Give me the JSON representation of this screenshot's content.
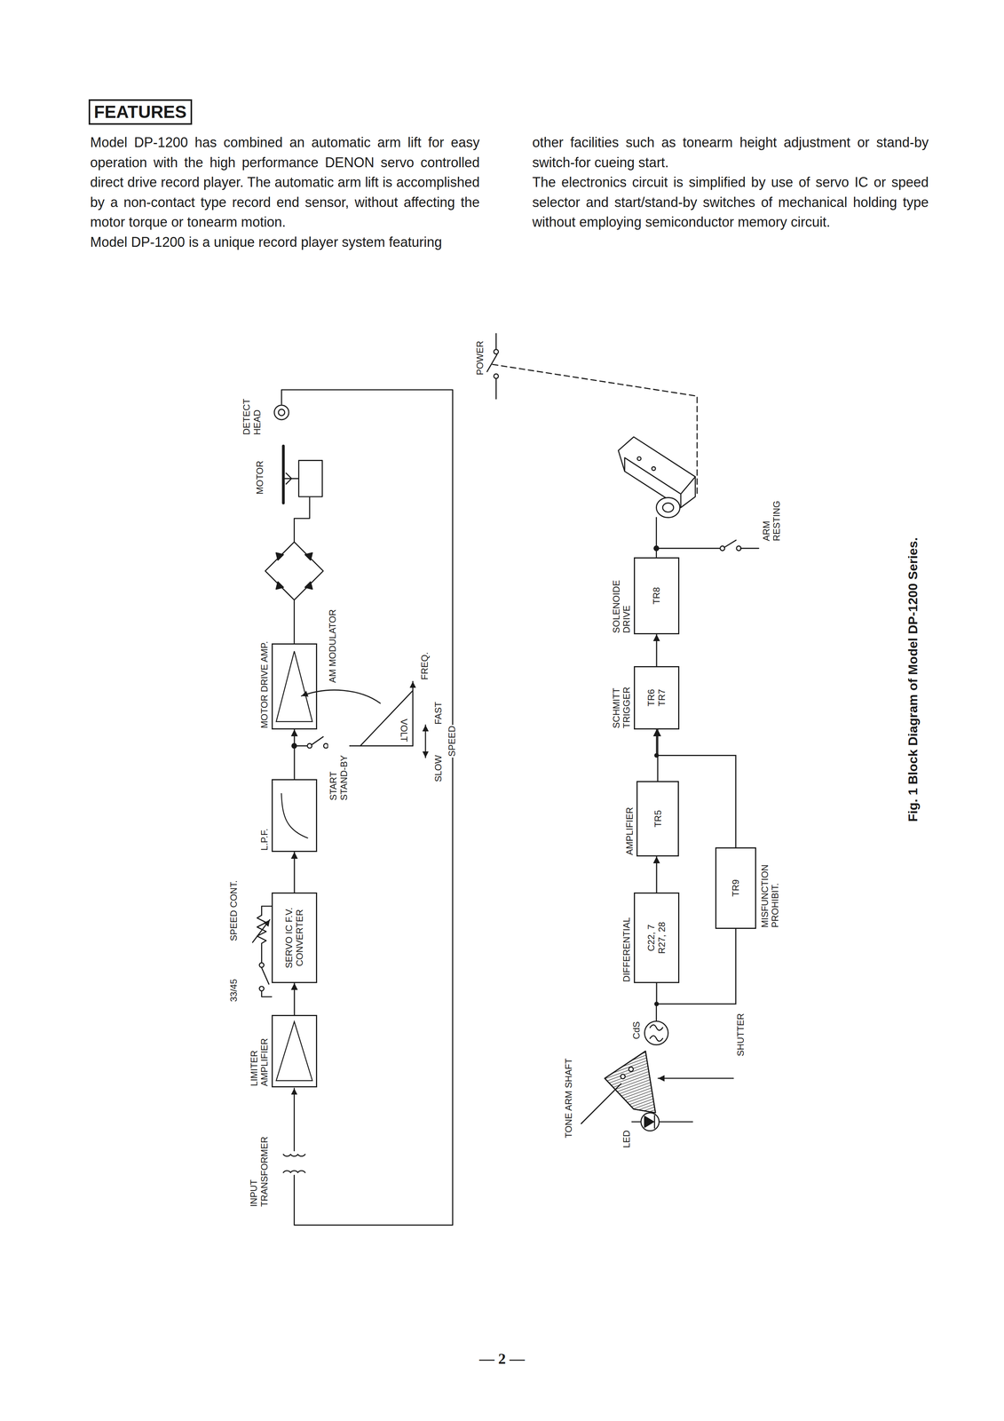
{
  "diagram": {
    "title": "FEATURES",
    "caption": "Fig. 1 Block Diagram of Model DP-1200 Series.",
    "nodes": [
      {
        "text": [
          "LIMITER AMPLIFIER"
        ]
      },
      {
        "text": [
          "SERVO IC F.V. CONVERTER"
        ]
      },
      {
        "text": [
          "L.P.F."
        ]
      },
      {
        "text": [
          "MOTOR DRIVE AMP.",
          "AM MODULATOR"
        ]
      },
      {
        "text": [
          "DIFFERENTIAL",
          "C22, 7 R27, 28"
        ]
      },
      {
        "text": [
          "AMPLIFIER",
          "TR5"
        ]
      },
      {
        "text": [
          "SCHMITT TRIGGER",
          "TR6 TR7"
        ]
      },
      {
        "text": [
          "SOLENOIDE DRIVE",
          "TR8"
        ]
      },
      {
        "text": [
          "TR9",
          "MISFUNCTION PROHIBIT."
        ]
      }
    ],
    "edges": [
      {
        "from": 0,
        "to": 1,
        "arrow": "to"
      },
      {
        "from": 1,
        "to": 2,
        "arrow": "to"
      },
      {
        "from": 2,
        "to": 3,
        "arrow": "to"
      },
      {
        "from": 4,
        "to": 5,
        "arrow": "to"
      },
      {
        "from": 5,
        "to": 6,
        "arrow": "to"
      },
      {
        "from": 6,
        "to": 7,
        "arrow": "to"
      },
      {
        "from": 8,
        "to": 6,
        "arrow": "to"
      },
      {
        "from": 4,
        "to": 8,
        "arrow": "none"
      }
    ],
    "labels": [
      "Model DP-1200 has combined an automatic arm lift for easy operation with the high performance DENON servo controlled direct drive record player. The automatic arm lift is accomplished by a non-contact type record end sensor, without affecting the motor torque or tonearm motion.",
      "Model DP-1200 is a unique record player system featuring",
      "other facilities such as tonearm height adjustment or stand-by switch-for cueing start.",
      "The electronics circuit is simplified by use of servo IC or speed selector and start/stand-by switches of mechanical holding type without employing semiconductor memory circuit.",
      "INPUT TRANSFORMER",
      "33/45",
      "SPEED CONT.",
      "START STAND-BY",
      "VOLT",
      "FREQ.",
      "FAST",
      "SLOW",
      "SPEED",
      "MOTOR",
      "DETECT HEAD",
      "POWER",
      "ARM RESTING",
      "TONE ARM SHAFT",
      "LED",
      "CdS",
      "SHUTTER",
      "— 2 —"
    ]
  }
}
